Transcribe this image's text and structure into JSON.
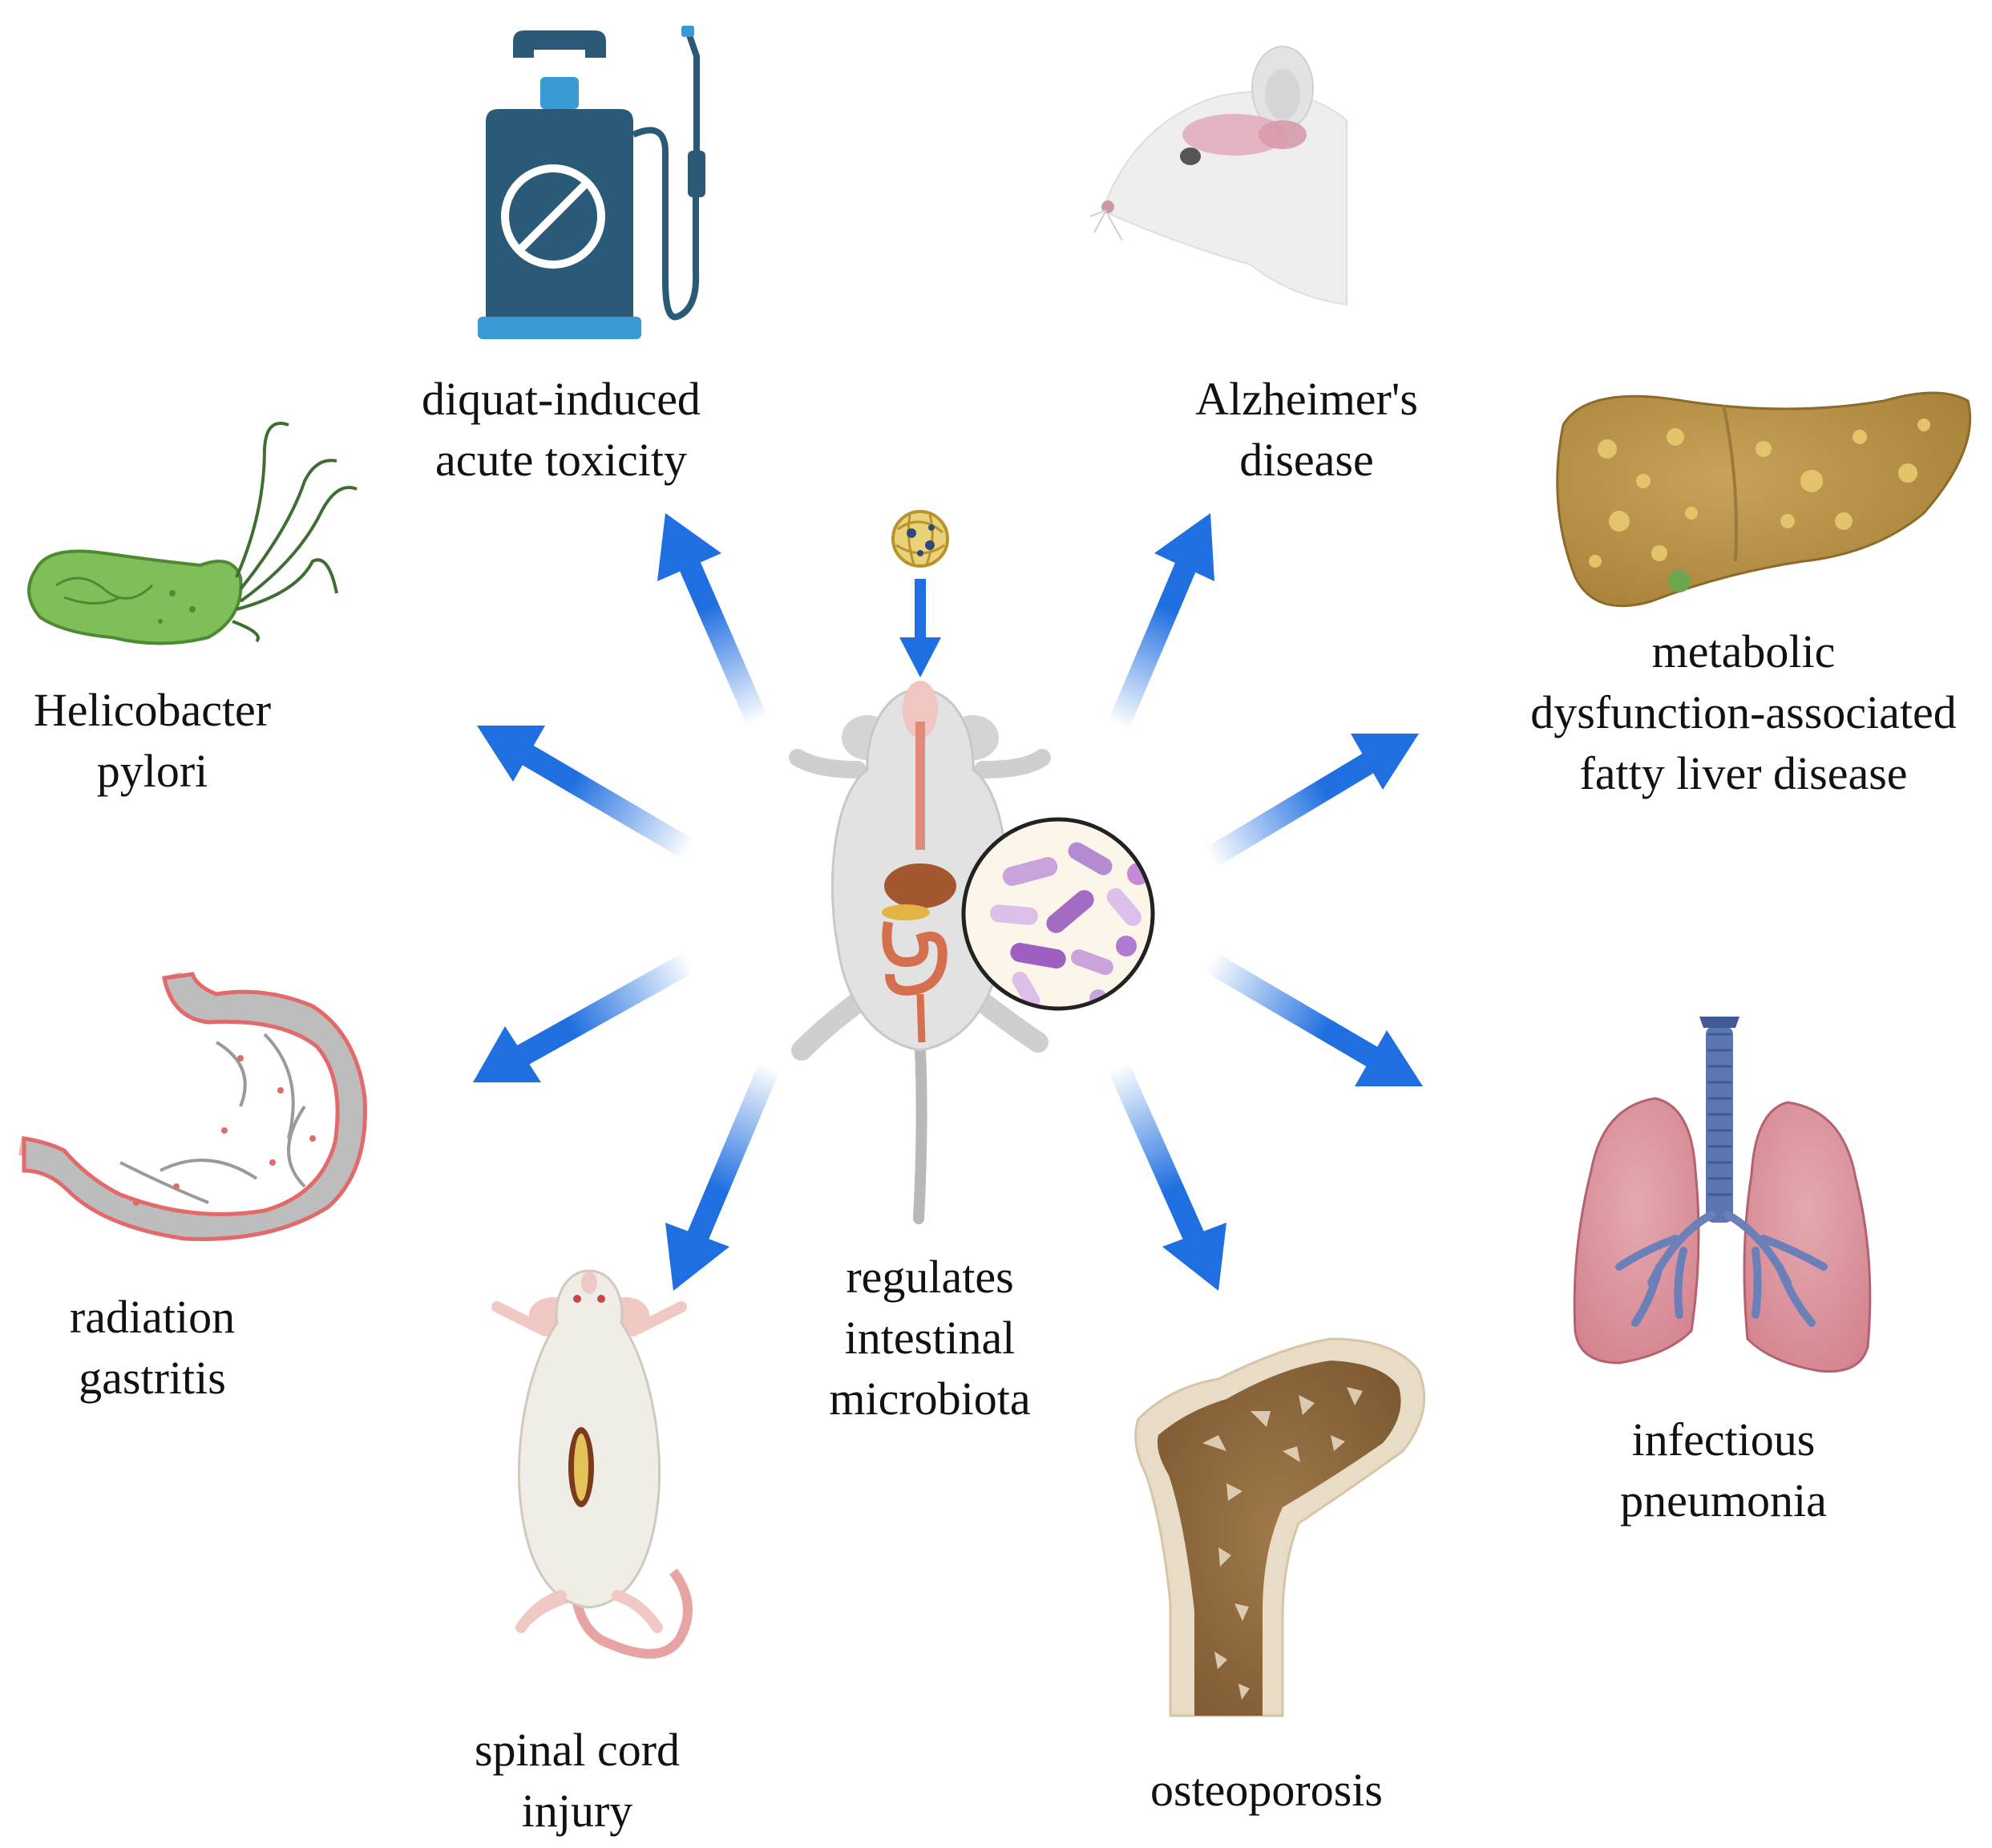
{
  "center": {
    "label_lines": [
      "regulates",
      "intestinal",
      "microbiota"
    ]
  },
  "outcomes": {
    "diquat": {
      "lines": [
        "diquat-induced",
        "acute toxicity"
      ],
      "icon": "sprayer-icon"
    },
    "alzheimers": {
      "lines": [
        "Alzheimer's",
        "disease"
      ],
      "icon": "rat-brain-icon"
    },
    "mafld": {
      "lines": [
        "metabolic",
        "dysfunction-associated",
        "fatty liver disease"
      ],
      "icon": "fatty-liver-icon"
    },
    "helicobacter": {
      "lines": [
        "Helicobacter",
        "pylori"
      ],
      "icon": "bacterium-icon"
    },
    "gastritis": {
      "lines": [
        "radiation",
        "gastritis"
      ],
      "icon": "stomach-icon"
    },
    "spinal": {
      "lines": [
        "spinal cord",
        "injury"
      ],
      "icon": "injured-rat-icon"
    },
    "osteoporosis": {
      "lines": [
        "osteoporosis"
      ],
      "icon": "bone-icon"
    },
    "pneumonia": {
      "lines": [
        "infectious",
        "pneumonia"
      ],
      "icon": "lungs-icon"
    }
  },
  "colors": {
    "arrow": "#1f6fe0",
    "text": "#111111"
  }
}
